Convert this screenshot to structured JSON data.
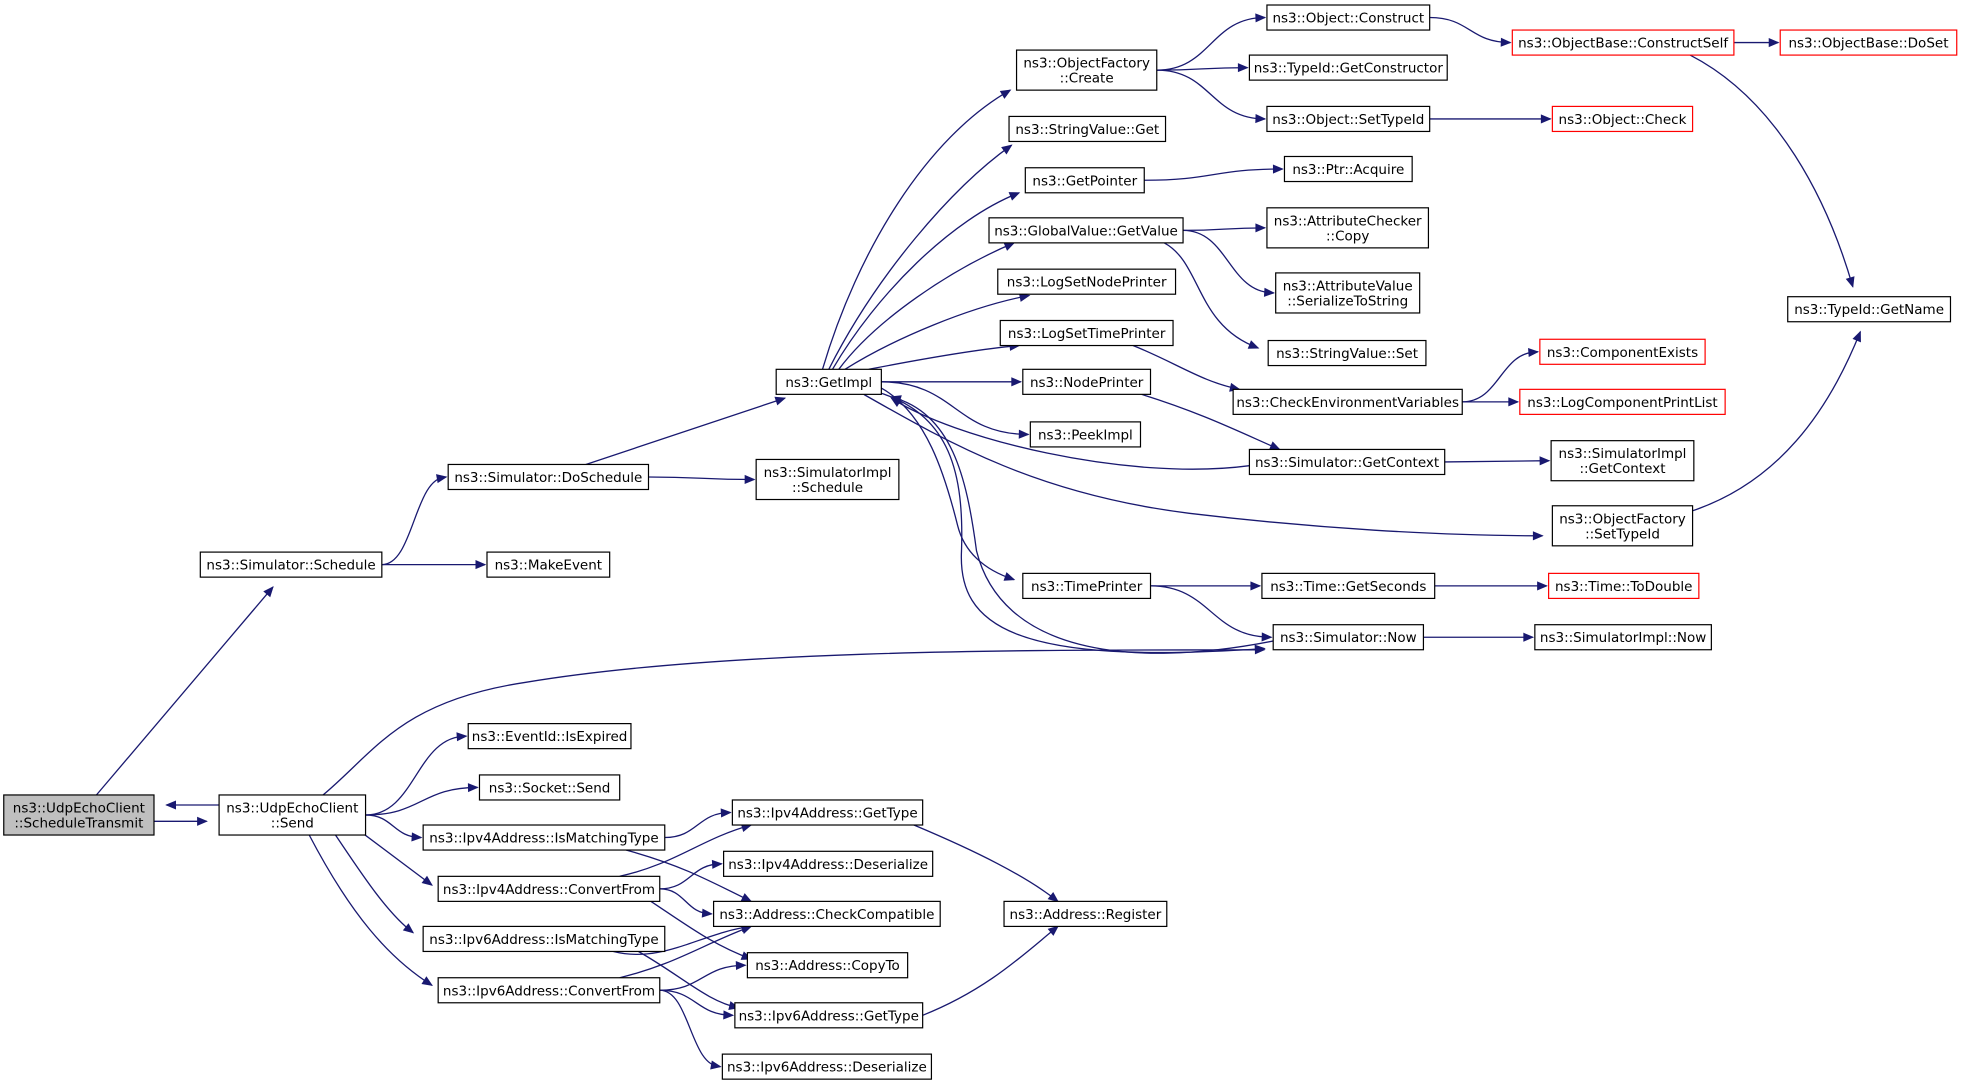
{
  "graph": {
    "edge_color": "#191970",
    "highlight_fill": "#bfbfbf",
    "red_border_color": "#ff0000",
    "nodes": [
      {
        "id": "root",
        "lines": [
          "ns3::UdpEchoClient",
          "::ScheduleTransmit"
        ],
        "style": "root"
      },
      {
        "id": "send",
        "lines": [
          "ns3::UdpEchoClient",
          "::Send"
        ],
        "style": "normal"
      },
      {
        "id": "sched",
        "lines": [
          "ns3::Simulator::Schedule"
        ],
        "style": "normal"
      },
      {
        "id": "dosched",
        "lines": [
          "ns3::Simulator::DoSchedule"
        ],
        "style": "normal"
      },
      {
        "id": "makeevent",
        "lines": [
          "ns3::MakeEvent"
        ],
        "style": "normal"
      },
      {
        "id": "getimpl",
        "lines": [
          "ns3::GetImpl"
        ],
        "style": "normal"
      },
      {
        "id": "simimplsched",
        "lines": [
          "ns3::SimulatorImpl",
          "::Schedule"
        ],
        "style": "normal"
      },
      {
        "id": "ofcreate",
        "lines": [
          "ns3::ObjectFactory",
          "::Create"
        ],
        "style": "normal"
      },
      {
        "id": "strget",
        "lines": [
          "ns3::StringValue::Get"
        ],
        "style": "normal"
      },
      {
        "id": "getpointer",
        "lines": [
          "ns3::GetPointer"
        ],
        "style": "normal"
      },
      {
        "id": "gvget",
        "lines": [
          "ns3::GlobalValue::GetValue"
        ],
        "style": "normal"
      },
      {
        "id": "lognode",
        "lines": [
          "ns3::LogSetNodePrinter"
        ],
        "style": "normal"
      },
      {
        "id": "logtime",
        "lines": [
          "ns3::LogSetTimePrinter"
        ],
        "style": "normal"
      },
      {
        "id": "nodeprinter",
        "lines": [
          "ns3::NodePrinter"
        ],
        "style": "normal"
      },
      {
        "id": "peekimpl",
        "lines": [
          "ns3::PeekImpl"
        ],
        "style": "normal"
      },
      {
        "id": "timeprinter",
        "lines": [
          "ns3::TimePrinter"
        ],
        "style": "normal"
      },
      {
        "id": "objconstruct",
        "lines": [
          "ns3::Object::Construct"
        ],
        "style": "normal"
      },
      {
        "id": "typeidctor",
        "lines": [
          "ns3::TypeId::GetConstructor"
        ],
        "style": "normal"
      },
      {
        "id": "setypeid",
        "lines": [
          "ns3::Object::SetTypeId"
        ],
        "style": "normal"
      },
      {
        "id": "ptracquire",
        "lines": [
          "ns3::Ptr::Acquire"
        ],
        "style": "normal"
      },
      {
        "id": "acheckcopy",
        "lines": [
          "ns3::AttributeChecker",
          "::Copy"
        ],
        "style": "normal"
      },
      {
        "id": "avser",
        "lines": [
          "ns3::AttributeValue",
          "::SerializeToString"
        ],
        "style": "normal"
      },
      {
        "id": "strset",
        "lines": [
          "ns3::StringValue::Set"
        ],
        "style": "normal"
      },
      {
        "id": "checkenv",
        "lines": [
          "ns3::CheckEnvironmentVariables"
        ],
        "style": "normal"
      },
      {
        "id": "simgetctx",
        "lines": [
          "ns3::Simulator::GetContext"
        ],
        "style": "normal"
      },
      {
        "id": "timegetsec",
        "lines": [
          "ns3::Time::GetSeconds"
        ],
        "style": "normal"
      },
      {
        "id": "simnow",
        "lines": [
          "ns3::Simulator::Now"
        ],
        "style": "normal"
      },
      {
        "id": "obconstructself",
        "lines": [
          "ns3::ObjectBase::ConstructSelf"
        ],
        "style": "red"
      },
      {
        "id": "obdoset",
        "lines": [
          "ns3::ObjectBase::DoSet"
        ],
        "style": "red"
      },
      {
        "id": "objcheck",
        "lines": [
          "ns3::Object::Check"
        ],
        "style": "red"
      },
      {
        "id": "compexists",
        "lines": [
          "ns3::ComponentExists"
        ],
        "style": "red"
      },
      {
        "id": "logprintlist",
        "lines": [
          "ns3::LogComponentPrintList"
        ],
        "style": "red"
      },
      {
        "id": "simimplctx",
        "lines": [
          "ns3::SimulatorImpl",
          "::GetContext"
        ],
        "style": "normal"
      },
      {
        "id": "ofsettypeid",
        "lines": [
          "ns3::ObjectFactory",
          "::SetTypeId"
        ],
        "style": "normal"
      },
      {
        "id": "timetodouble",
        "lines": [
          "ns3::Time::ToDouble"
        ],
        "style": "red"
      },
      {
        "id": "simimplnow",
        "lines": [
          "ns3::SimulatorImpl::Now"
        ],
        "style": "normal"
      },
      {
        "id": "typeidgetname",
        "lines": [
          "ns3::TypeId::GetName"
        ],
        "style": "normal"
      },
      {
        "id": "eventexpired",
        "lines": [
          "ns3::EventId::IsExpired"
        ],
        "style": "normal"
      },
      {
        "id": "socketsend",
        "lines": [
          "ns3::Socket::Send"
        ],
        "style": "normal"
      },
      {
        "id": "ipv4match",
        "lines": [
          "ns3::Ipv4Address::IsMatchingType"
        ],
        "style": "normal"
      },
      {
        "id": "ipv4conv",
        "lines": [
          "ns3::Ipv4Address::ConvertFrom"
        ],
        "style": "normal"
      },
      {
        "id": "ipv6match",
        "lines": [
          "ns3::Ipv6Address::IsMatchingType"
        ],
        "style": "normal"
      },
      {
        "id": "ipv6conv",
        "lines": [
          "ns3::Ipv6Address::ConvertFrom"
        ],
        "style": "normal"
      },
      {
        "id": "ipv4gettype",
        "lines": [
          "ns3::Ipv4Address::GetType"
        ],
        "style": "normal"
      },
      {
        "id": "ipv4deser",
        "lines": [
          "ns3::Ipv4Address::Deserialize"
        ],
        "style": "normal"
      },
      {
        "id": "addrcheck",
        "lines": [
          "ns3::Address::CheckCompatible"
        ],
        "style": "normal"
      },
      {
        "id": "addrcopy",
        "lines": [
          "ns3::Address::CopyTo"
        ],
        "style": "normal"
      },
      {
        "id": "ipv6gettype",
        "lines": [
          "ns3::Ipv6Address::GetType"
        ],
        "style": "normal"
      },
      {
        "id": "ipv6deser",
        "lines": [
          "ns3::Ipv6Address::Deserialize"
        ],
        "style": "normal"
      },
      {
        "id": "addrregister",
        "lines": [
          "ns3::Address::Register"
        ],
        "style": "normal"
      }
    ],
    "edges": [
      [
        "root",
        "send"
      ],
      [
        "root",
        "sched"
      ],
      [
        "send",
        "root"
      ],
      [
        "sched",
        "dosched"
      ],
      [
        "sched",
        "makeevent"
      ],
      [
        "dosched",
        "getimpl"
      ],
      [
        "dosched",
        "simimplsched"
      ],
      [
        "getimpl",
        "ofcreate"
      ],
      [
        "getimpl",
        "strget"
      ],
      [
        "getimpl",
        "getpointer"
      ],
      [
        "getimpl",
        "gvget"
      ],
      [
        "getimpl",
        "lognode"
      ],
      [
        "getimpl",
        "logtime"
      ],
      [
        "getimpl",
        "nodeprinter"
      ],
      [
        "getimpl",
        "peekimpl"
      ],
      [
        "getimpl",
        "ofsettypeid"
      ],
      [
        "getimpl",
        "timeprinter"
      ],
      [
        "getimpl",
        "simnow"
      ],
      [
        "ofcreate",
        "objconstruct"
      ],
      [
        "ofcreate",
        "typeidctor"
      ],
      [
        "ofcreate",
        "setypeid"
      ],
      [
        "objconstruct",
        "obconstructself"
      ],
      [
        "obconstructself",
        "obdoset"
      ],
      [
        "obconstructself",
        "typeidgetname"
      ],
      [
        "setypeid",
        "objcheck"
      ],
      [
        "getpointer",
        "ptracquire"
      ],
      [
        "gvget",
        "acheckcopy"
      ],
      [
        "gvget",
        "avser"
      ],
      [
        "gvget",
        "strset"
      ],
      [
        "logtime",
        "checkenv"
      ],
      [
        "checkenv",
        "compexists"
      ],
      [
        "checkenv",
        "logprintlist"
      ],
      [
        "nodeprinter",
        "simgetctx"
      ],
      [
        "simgetctx",
        "getimpl"
      ],
      [
        "simgetctx",
        "simimplctx"
      ],
      [
        "ofsettypeid",
        "typeidgetname"
      ],
      [
        "timeprinter",
        "timegetsec"
      ],
      [
        "timeprinter",
        "simnow"
      ],
      [
        "timegetsec",
        "timetodouble"
      ],
      [
        "simnow",
        "getimpl"
      ],
      [
        "simnow",
        "simimplnow"
      ],
      [
        "send",
        "simnow"
      ],
      [
        "send",
        "eventexpired"
      ],
      [
        "send",
        "socketsend"
      ],
      [
        "send",
        "ipv4match"
      ],
      [
        "send",
        "ipv4conv"
      ],
      [
        "send",
        "ipv6match"
      ],
      [
        "send",
        "ipv6conv"
      ],
      [
        "ipv4match",
        "ipv4gettype"
      ],
      [
        "ipv4match",
        "addrcheck"
      ],
      [
        "ipv4conv",
        "ipv4gettype"
      ],
      [
        "ipv4conv",
        "ipv4deser"
      ],
      [
        "ipv4conv",
        "addrcheck"
      ],
      [
        "ipv4conv",
        "addrcopy"
      ],
      [
        "ipv6match",
        "addrcheck"
      ],
      [
        "ipv6match",
        "ipv6gettype"
      ],
      [
        "ipv6conv",
        "addrcheck"
      ],
      [
        "ipv6conv",
        "addrcopy"
      ],
      [
        "ipv6conv",
        "ipv6gettype"
      ],
      [
        "ipv6conv",
        "ipv6deser"
      ],
      [
        "ipv4gettype",
        "addrregister"
      ],
      [
        "ipv6gettype",
        "addrregister"
      ]
    ]
  }
}
